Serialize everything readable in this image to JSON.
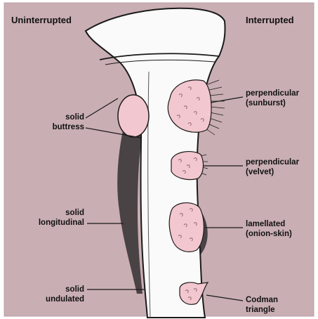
{
  "colors": {
    "background": "#c9aeb3",
    "bone": "#fbfafa",
    "lesion": "#f3c7cf",
    "reaction": "#4a4346",
    "line": "#1a1a1a"
  },
  "headings": {
    "left": "Uninterrupted",
    "right": "Interrupted"
  },
  "labels": {
    "solid_buttress": [
      "solid",
      "buttress"
    ],
    "solid_longitudinal": [
      "solid",
      "longitudinal"
    ],
    "solid_undulated": [
      "solid",
      "undulated"
    ],
    "perpendicular_sunburst": [
      "perpendicular",
      "(sunburst)"
    ],
    "perpendicular_velvet": [
      "perpendicular",
      "(velvet)"
    ],
    "lamellated": [
      "lamellated",
      "(onion-skin)"
    ],
    "codman": [
      "Codman",
      "triangle"
    ]
  }
}
